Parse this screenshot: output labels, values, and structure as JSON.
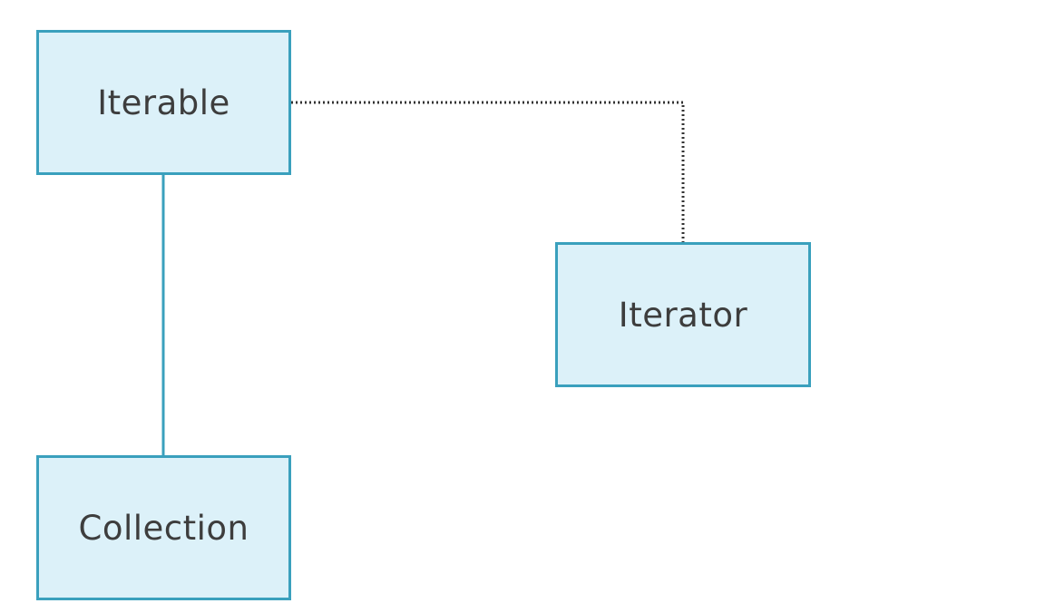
{
  "diagram": {
    "nodes": {
      "iterable": {
        "label": "Iterable"
      },
      "collection": {
        "label": "Collection"
      },
      "iterator": {
        "label": "Iterator"
      }
    },
    "edges": [
      {
        "from": "iterable",
        "to": "collection",
        "style": "solid"
      },
      {
        "from": "iterable",
        "to": "iterator",
        "style": "dotted"
      }
    ]
  },
  "colors": {
    "node_fill": "#dcf1f9",
    "node_border": "#3aa0bd",
    "solid_edge": "#3aa0bd",
    "dotted_edge": "#333333",
    "label_text": "#3d3d3d"
  }
}
